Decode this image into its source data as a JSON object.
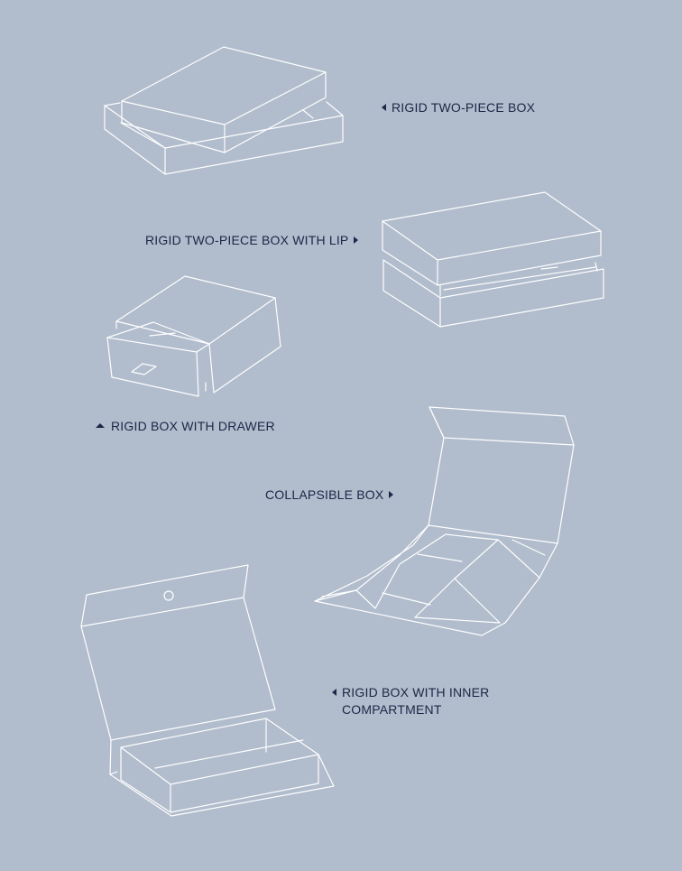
{
  "background_color": "#b1bccc",
  "line_color": "#ffffff",
  "label_color": "#1e2547",
  "labels": [
    {
      "text": "RIGID TWO-PIECE BOX",
      "arrow": "left"
    },
    {
      "text": "RIGID TWO-PIECE BOX WITH LIP",
      "arrow": "right"
    },
    {
      "text": "RIGID BOX WITH DRAWER",
      "arrow": "up"
    },
    {
      "text": "COLLAPSIBLE BOX",
      "arrow": "right"
    },
    {
      "text": "RIGID BOX WITH INNER\nCOMPARTMENT",
      "arrow": "left"
    }
  ]
}
